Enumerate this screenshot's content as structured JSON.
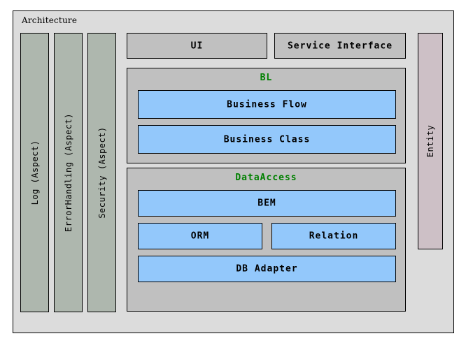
{
  "diagram": {
    "title": "Architecture",
    "colors": {
      "canvas": "#ffffff",
      "frame_background": "#dcdcdc",
      "container_fill": "#c0c0c0",
      "leaf_fill": "#93c8fb",
      "aspect_fill": "#aeb7ae",
      "entity_fill": "#cdc0c6",
      "border": "#000000",
      "accent_text": "#008000",
      "primary_text": "#000000"
    },
    "aspects": [
      {
        "label": "Log (Aspect)"
      },
      {
        "label": "ErrorHandling (Aspect)"
      },
      {
        "label": "Security (Aspect)"
      }
    ],
    "entity": {
      "label": "Entity"
    },
    "top_row": [
      {
        "label": "UI"
      },
      {
        "label": "Service Interface"
      }
    ],
    "bl": {
      "title": "BL",
      "items": [
        {
          "label": "Business Flow"
        },
        {
          "label": "Business Class"
        }
      ]
    },
    "data_access": {
      "title": "DataAccess",
      "items": [
        {
          "label": "BEM"
        },
        {
          "label": "ORM"
        },
        {
          "label": "Relation"
        },
        {
          "label": "DB Adapter"
        }
      ]
    }
  }
}
